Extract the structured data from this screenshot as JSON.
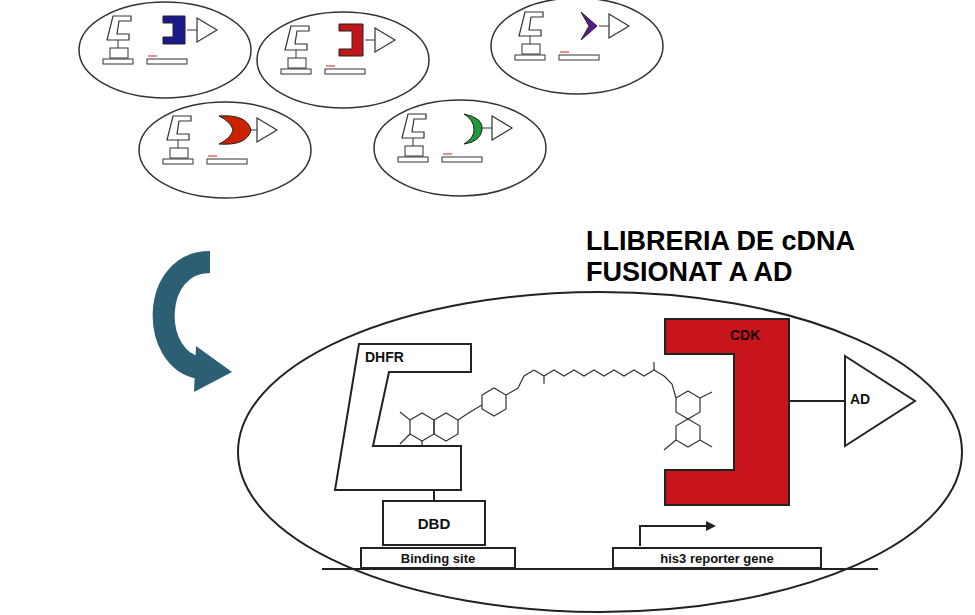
{
  "diagram": {
    "title": "LLIBRERIA DE cDNA FUSIONAT A AD",
    "nodes": [
      {
        "text": [
          "DHFR"
        ]
      },
      {
        "text": [
          "CDK"
        ]
      },
      {
        "text": [
          "AD"
        ]
      },
      {
        "text": [
          "DBD"
        ]
      },
      {
        "text": [
          "Binding site"
        ]
      },
      {
        "text": [
          "his3 reporter gene"
        ]
      }
    ],
    "edges": [
      {
        "from": 0,
        "to": 3,
        "arrow": "none"
      },
      {
        "from": 1,
        "to": 2,
        "arrow": "none"
      }
    ]
  }
}
